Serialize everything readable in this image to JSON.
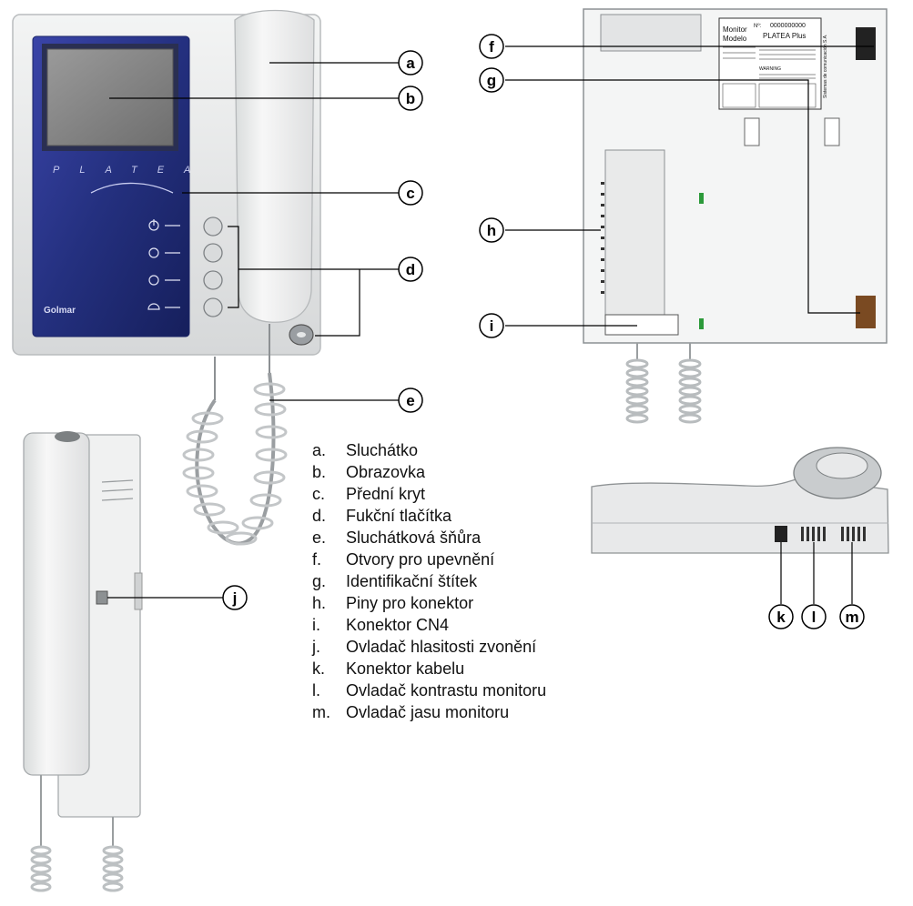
{
  "device": {
    "brand": "PLATEA",
    "maker": "Golmar"
  },
  "label_plate": {
    "no_prefix": "Nº:",
    "serial": "0000000000",
    "model_words": [
      "Monitor",
      "Modelo"
    ],
    "model_value": "PLATEA Plus",
    "warning_title": "WARNING",
    "side_text": "Sistemas de comunicación S.A."
  },
  "callouts": {
    "a": "a",
    "b": "b",
    "c": "c",
    "d": "d",
    "e": "e",
    "f": "f",
    "g": "g",
    "h": "h",
    "i": "i",
    "j": "j",
    "k": "k",
    "l": "l",
    "m": "m"
  },
  "legend": [
    {
      "key": "a.",
      "text": "Sluchátko"
    },
    {
      "key": "b.",
      "text": "Obrazovka"
    },
    {
      "key": "c.",
      "text": "Přední kryt"
    },
    {
      "key": "d.",
      "text": "Fukční tlačítka"
    },
    {
      "key": "e.",
      "text": "Sluchátková šňůra"
    },
    {
      "key": "f.",
      "text": "Otvory pro upevnění"
    },
    {
      "key": "g.",
      "text": "Identifikační štítek"
    },
    {
      "key": "h.",
      "text": "Piny pro konektor"
    },
    {
      "key": "i.",
      "text": "Konektor CN4"
    },
    {
      "key": "j.",
      "text": "Ovladač hlasitosti zvonění"
    },
    {
      "key": "k.",
      "text": "Konektor kabelu"
    },
    {
      "key": "l.",
      "text": "Ovladač kontrastu monitoru"
    },
    {
      "key": "m.",
      "text": "Ovladač jasu monitoru"
    }
  ]
}
